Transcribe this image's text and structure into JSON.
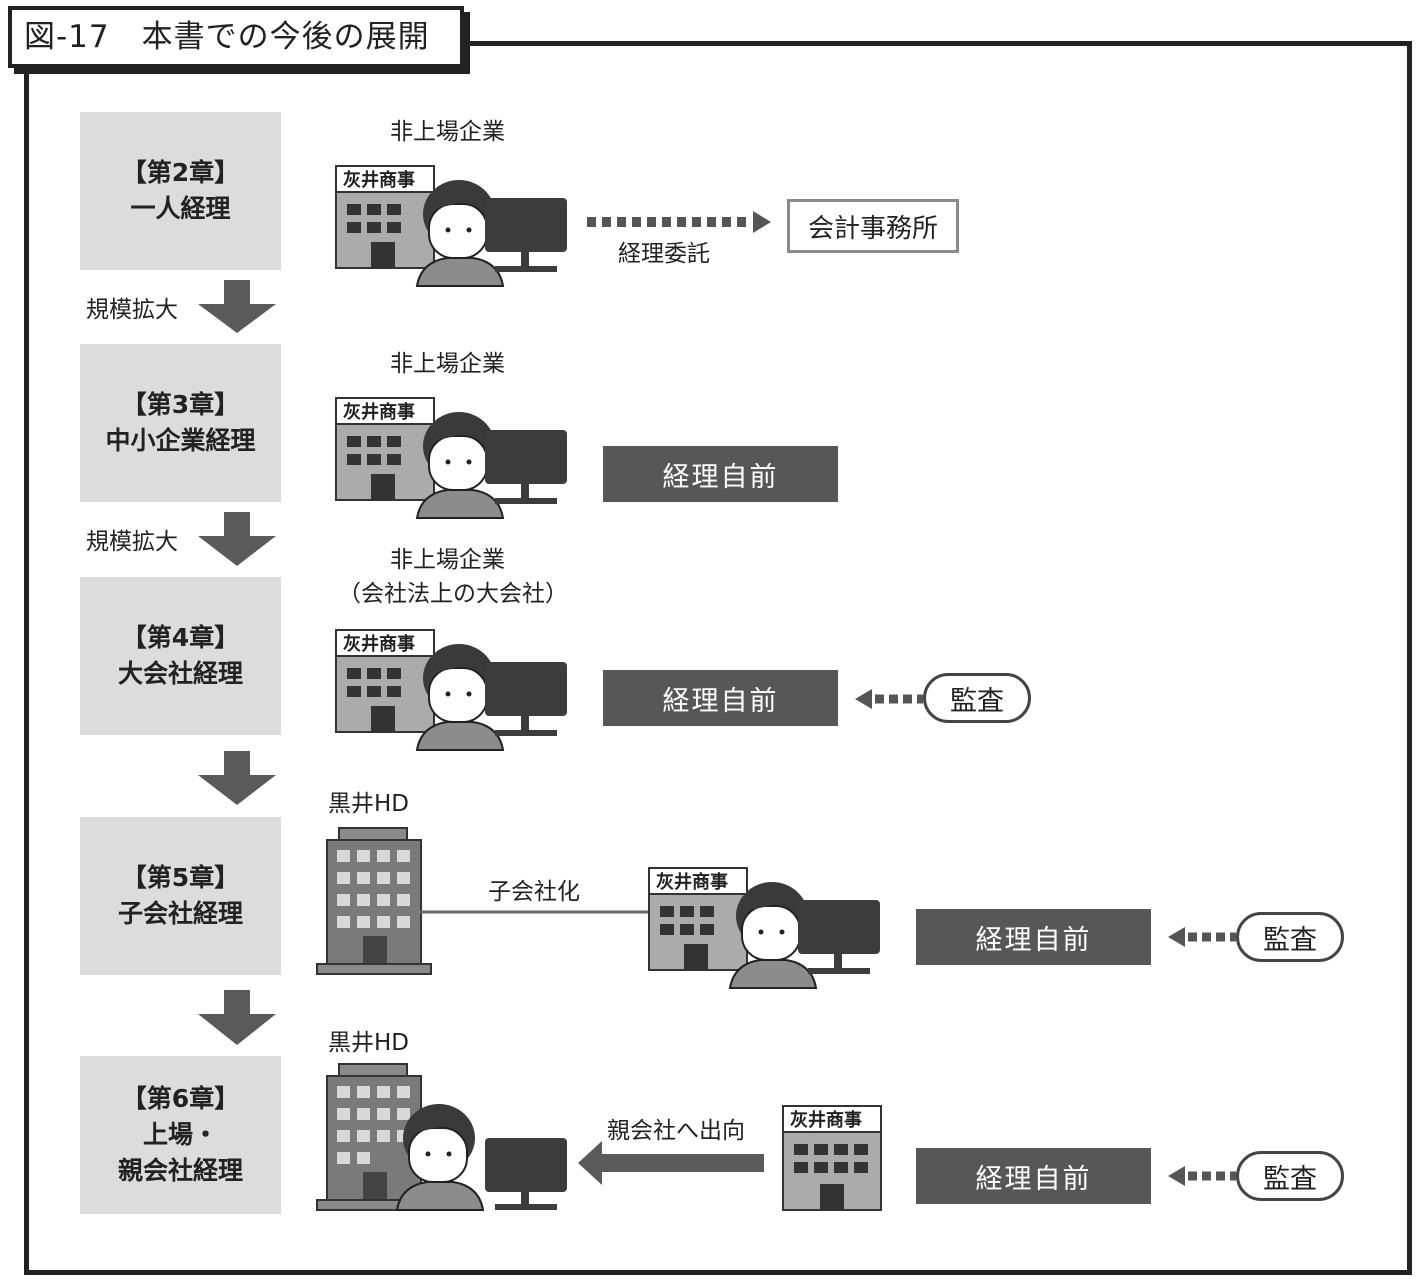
{
  "figure_title": "図-17　本書での今後の展開",
  "chapters": [
    {
      "heading": "【第2章】",
      "lines": [
        "一人経理"
      ]
    },
    {
      "heading": "【第3章】",
      "lines": [
        "中小企業経理"
      ]
    },
    {
      "heading": "【第4章】",
      "lines": [
        "大会社経理"
      ]
    },
    {
      "heading": "【第5章】",
      "lines": [
        "子会社経理"
      ]
    },
    {
      "heading": "【第6章】",
      "lines": [
        "上場・",
        "親会社経理"
      ]
    }
  ],
  "transitions": [
    "規模拡大",
    "規模拡大"
  ],
  "company_sign": "灰井商事",
  "row1": {
    "caption": "非上場企業",
    "arrow_label": "経理委託",
    "target": "会計事務所"
  },
  "row2": {
    "caption": "非上場企業",
    "box": "経理自前"
  },
  "row3": {
    "caption": "非上場企業",
    "caption2": "（会社法上の大会社）",
    "box": "経理自前",
    "audit": "監査"
  },
  "row4": {
    "caption": "黒井HD",
    "link_label": "子会社化",
    "box": "経理自前",
    "audit": "監査"
  },
  "row5": {
    "caption": "黒井HD",
    "arrow_label": "親会社へ出向",
    "box": "経理自前",
    "audit": "監査"
  }
}
